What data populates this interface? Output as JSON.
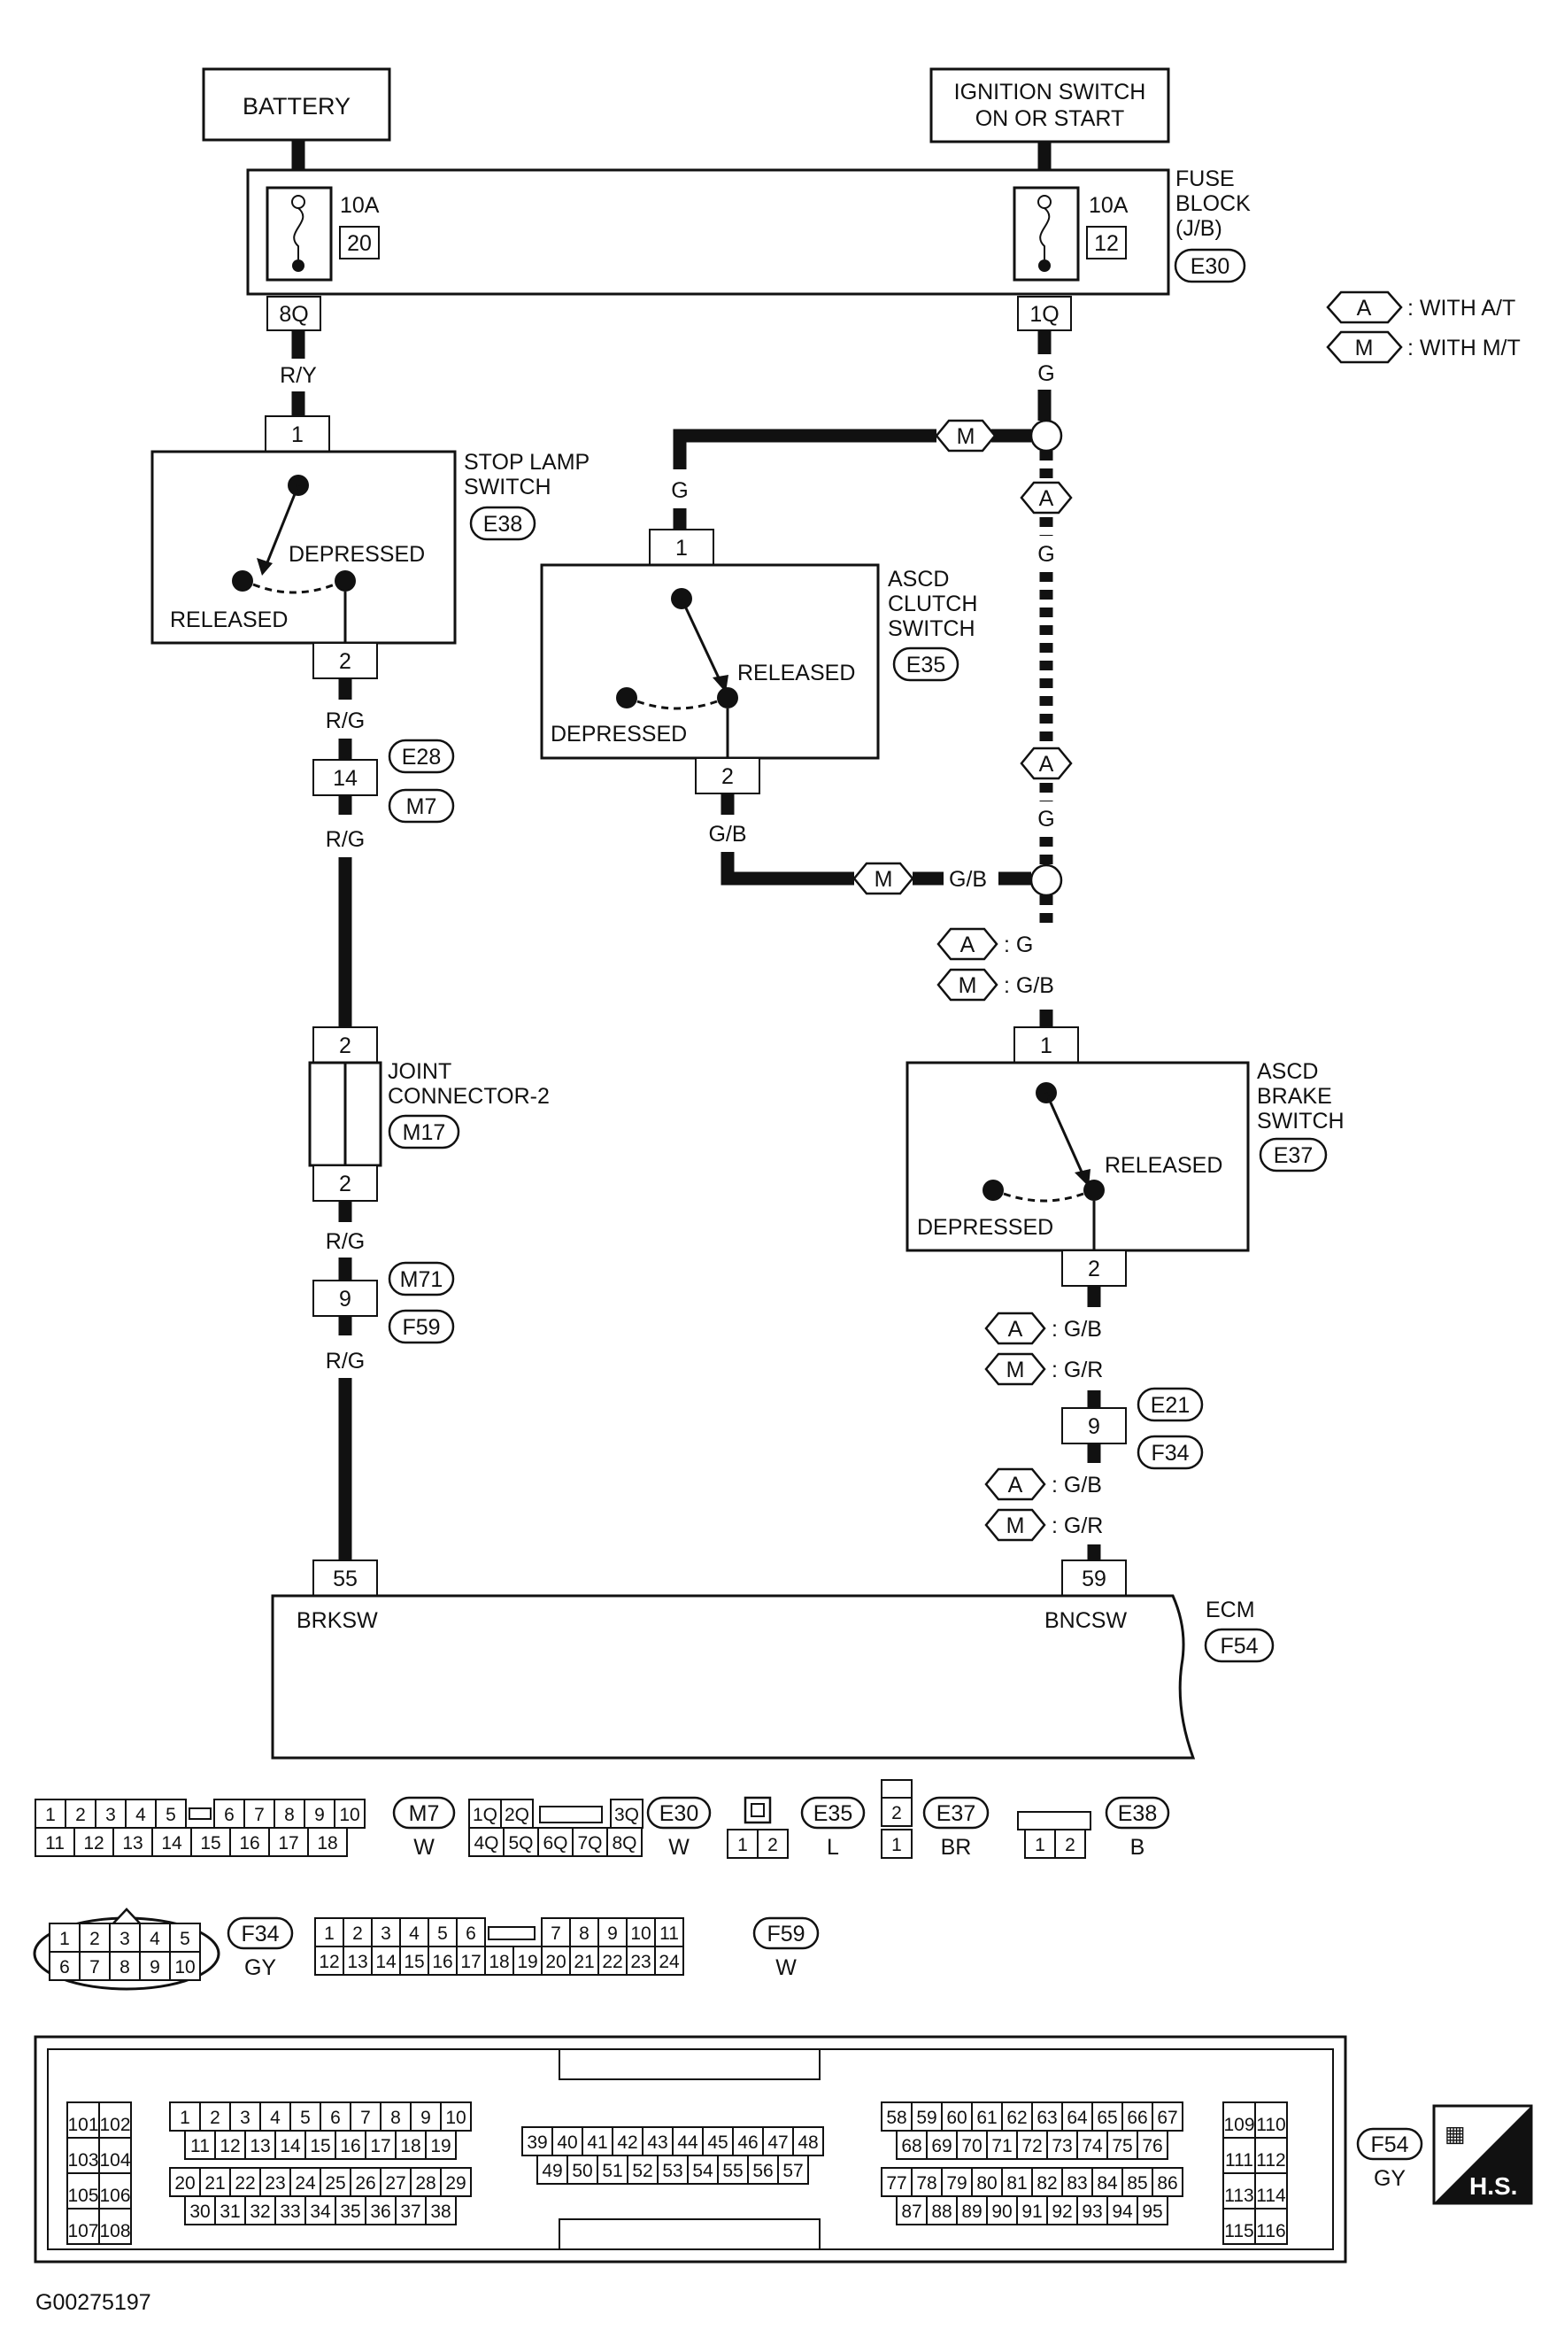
{
  "supplies": {
    "battery": "BATTERY",
    "ignition_line1": "IGNITION SWITCH",
    "ignition_line2": "ON OR START"
  },
  "fuse_block": {
    "title_line1": "FUSE",
    "title_line2": "BLOCK",
    "title_line3": "(J/B)",
    "connector": "E30",
    "fuse_left_amp": "10A",
    "fuse_left_no": "20",
    "fuse_right_amp": "10A",
    "fuse_right_no": "12",
    "terminal_left": "8Q",
    "terminal_right": "1Q"
  },
  "legend": {
    "a_code": "A",
    "a_text": ": WITH A/T",
    "m_code": "M",
    "m_text": ": WITH M/T"
  },
  "stop_lamp_switch": {
    "name_line1": "STOP LAMP",
    "name_line2": "SWITCH",
    "connector": "E38",
    "pin_top": "1",
    "pin_bottom": "2",
    "state_depressed": "DEPRESSED",
    "state_released": "RELEASED"
  },
  "ascd_clutch_switch": {
    "name_line1": "ASCD",
    "name_line2": "CLUTCH",
    "name_line3": "SWITCH",
    "connector": "E35",
    "pin_top": "1",
    "pin_bottom": "2",
    "state_released": "RELEASED",
    "state_depressed": "DEPRESSED"
  },
  "ascd_brake_switch": {
    "name_line1": "ASCD",
    "name_line2": "BRAKE",
    "name_line3": "SWITCH",
    "connector": "E37",
    "pin_top": "1",
    "pin_bottom": "2",
    "state_released": "RELEASED",
    "state_depressed": "DEPRESSED"
  },
  "joint_connector": {
    "name_line1": "JOINT",
    "name_line2": "CONNECTOR-2",
    "connector": "M17",
    "pin_top": "2",
    "pin_bottom": "2"
  },
  "inline_connectors": {
    "left_1": {
      "pin": "14",
      "upper": "E28",
      "lower": "M7"
    },
    "left_2": {
      "pin": "9",
      "upper": "M71",
      "lower": "F59"
    },
    "right_1": {
      "pin": "9",
      "upper": "E21",
      "lower": "F34"
    }
  },
  "wire_colors": {
    "ry": "R/Y",
    "rg": "R/G",
    "g": "G",
    "gb": "G/B",
    "a_g": ": G",
    "m_gb": ": G/B",
    "a_gb": ": G/B",
    "m_gr": ": G/R"
  },
  "ecm": {
    "name": "ECM",
    "connector": "F54",
    "pin_left": "55",
    "pin_right": "59",
    "label_left": "BRKSW",
    "label_right": "BNCSW"
  },
  "connector_faces": {
    "m7": {
      "id": "M7",
      "color": "W",
      "row1": [
        "1",
        "2",
        "3",
        "4",
        "5",
        "6",
        "7",
        "8",
        "9",
        "10"
      ],
      "row2": [
        "11",
        "12",
        "13",
        "14",
        "15",
        "16",
        "17",
        "18"
      ]
    },
    "e30": {
      "id": "E30",
      "color": "W",
      "row1": [
        "1Q",
        "2Q",
        "3Q"
      ],
      "row2": [
        "4Q",
        "5Q",
        "6Q",
        "7Q",
        "8Q"
      ]
    },
    "e35": {
      "id": "E35",
      "color": "L",
      "pins": [
        "1",
        "2"
      ]
    },
    "e37": {
      "id": "E37",
      "color": "BR",
      "pins": [
        "2",
        "1"
      ]
    },
    "e38": {
      "id": "E38",
      "color": "B",
      "pins": [
        "1",
        "2"
      ]
    },
    "f34": {
      "id": "F34",
      "color": "GY",
      "row1": [
        "1",
        "2",
        "3",
        "4",
        "5"
      ],
      "row2": [
        "6",
        "7",
        "8",
        "9",
        "10"
      ]
    },
    "f59": {
      "id": "F59",
      "color": "W",
      "row1": [
        "1",
        "2",
        "3",
        "4",
        "5",
        "6",
        "7",
        "8",
        "9",
        "10",
        "11"
      ],
      "row2": [
        "12",
        "13",
        "14",
        "15",
        "16",
        "17",
        "18",
        "19",
        "20",
        "21",
        "22",
        "23",
        "24"
      ]
    },
    "f54": {
      "id": "F54",
      "color": "GY",
      "g1": [
        [
          "101",
          "102"
        ],
        [
          "103",
          "104"
        ],
        [
          "105",
          "106"
        ],
        [
          "107",
          "108"
        ]
      ],
      "g2r1": [
        "1",
        "2",
        "3",
        "4",
        "5",
        "6",
        "7",
        "8",
        "9",
        "10"
      ],
      "g2r2": [
        "11",
        "12",
        "13",
        "14",
        "15",
        "16",
        "17",
        "18",
        "19"
      ],
      "g2r3": [
        "20",
        "21",
        "22",
        "23",
        "24",
        "25",
        "26",
        "27",
        "28",
        "29"
      ],
      "g2r4": [
        "30",
        "31",
        "32",
        "33",
        "34",
        "35",
        "36",
        "37",
        "38"
      ],
      "g3r1": [
        "39",
        "40",
        "41",
        "42",
        "43",
        "44",
        "45",
        "46",
        "47",
        "48"
      ],
      "g3r2": [
        "49",
        "50",
        "51",
        "52",
        "53",
        "54",
        "55",
        "56",
        "57"
      ],
      "g4r1": [
        "58",
        "59",
        "60",
        "61",
        "62",
        "63",
        "64",
        "65",
        "66",
        "67"
      ],
      "g4r2": [
        "68",
        "69",
        "70",
        "71",
        "72",
        "73",
        "74",
        "75",
        "76"
      ],
      "g4r3": [
        "77",
        "78",
        "79",
        "80",
        "81",
        "82",
        "83",
        "84",
        "85",
        "86"
      ],
      "g4r4": [
        "87",
        "88",
        "89",
        "90",
        "91",
        "92",
        "93",
        "94",
        "95"
      ],
      "g5": [
        [
          "109",
          "110"
        ],
        [
          "111",
          "112"
        ],
        [
          "113",
          "114"
        ],
        [
          "115",
          "116"
        ]
      ]
    }
  },
  "hs_badge": "H.S.",
  "figure_id": "G00275197"
}
